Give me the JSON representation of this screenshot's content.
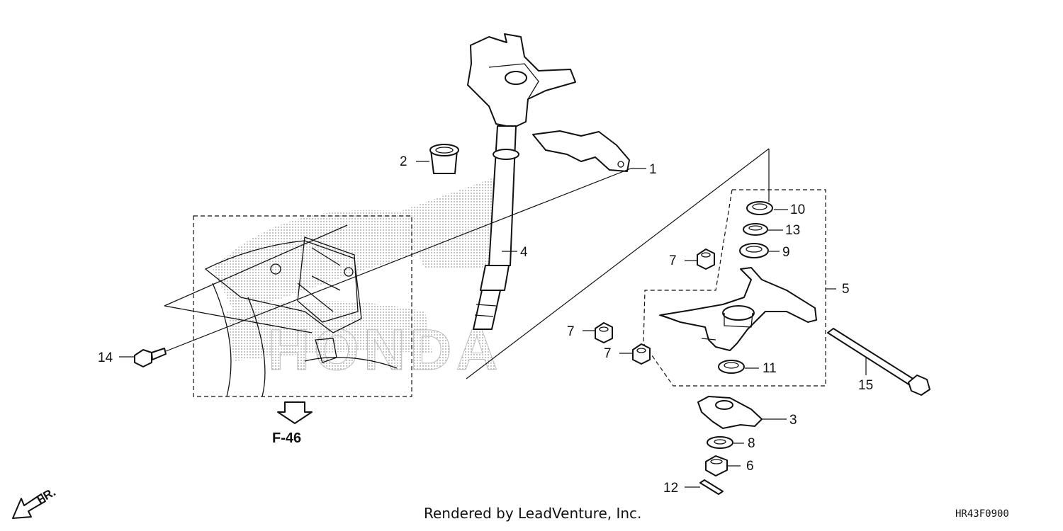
{
  "callouts": [
    {
      "id": "c1",
      "text": "1"
    },
    {
      "id": "c2",
      "text": "2"
    },
    {
      "id": "c3",
      "text": "3"
    },
    {
      "id": "c4",
      "text": "4"
    },
    {
      "id": "c5",
      "text": "5"
    },
    {
      "id": "c6",
      "text": "6"
    },
    {
      "id": "c7a",
      "text": "7"
    },
    {
      "id": "c7b",
      "text": "7"
    },
    {
      "id": "c7c",
      "text": "7"
    },
    {
      "id": "c8",
      "text": "8"
    },
    {
      "id": "c9",
      "text": "9"
    },
    {
      "id": "c10",
      "text": "10"
    },
    {
      "id": "c11",
      "text": "11"
    },
    {
      "id": "c12",
      "text": "12"
    },
    {
      "id": "c13",
      "text": "13"
    },
    {
      "id": "c14",
      "text": "14"
    },
    {
      "id": "c15",
      "text": "15"
    }
  ],
  "reference": {
    "label": "F-46"
  },
  "direction": {
    "label": "FR."
  },
  "watermark": {
    "text": "HONDA"
  },
  "footer": {
    "credit": "Rendered by LeadVenture, Inc.",
    "code": "HR43F0900"
  }
}
